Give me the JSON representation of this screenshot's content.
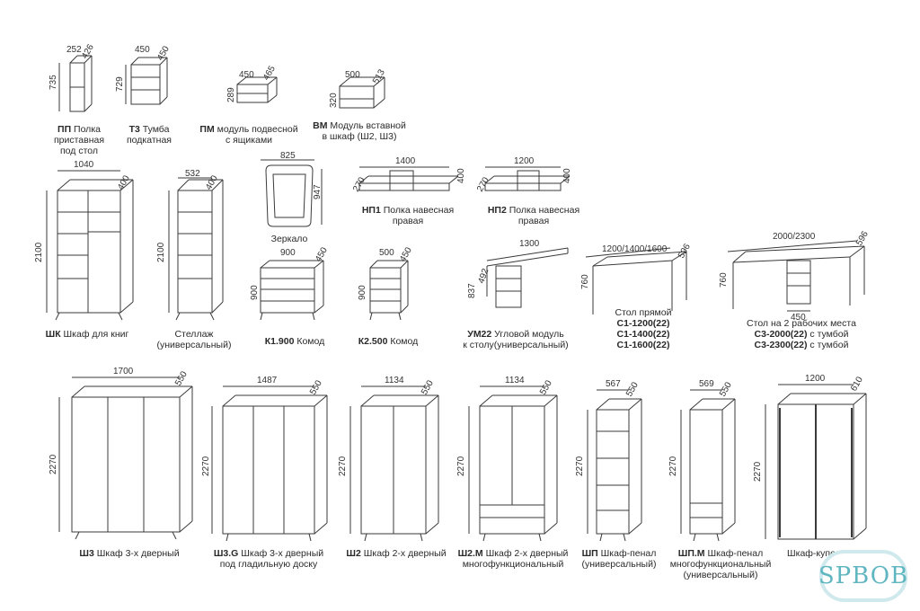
{
  "dims": {
    "pp": [
      "252",
      "426",
      "735"
    ],
    "t3": [
      "450",
      "450",
      "729"
    ],
    "pm": [
      "450",
      "465",
      "289"
    ],
    "vm": [
      "500",
      "513",
      "320"
    ],
    "shk": [
      "1040",
      "400",
      "2100"
    ],
    "st": [
      "532",
      "400",
      "2100"
    ],
    "mirror": [
      "825",
      "947"
    ],
    "np1": [
      "1400",
      "270",
      "400"
    ],
    "np2": [
      "1200",
      "270",
      "400"
    ],
    "k1": [
      "900",
      "450",
      "900"
    ],
    "k2": [
      "500",
      "450",
      "900"
    ],
    "um22": [
      "1300",
      "837",
      "492"
    ],
    "c1": [
      "1200/1400/1600",
      "596",
      "760"
    ],
    "c3": [
      "2000/2300",
      "596",
      "760",
      "450"
    ],
    "sh3": [
      "1700",
      "550",
      "2270"
    ],
    "sh3g": [
      "1487",
      "550",
      "2270"
    ],
    "sh2": [
      "1134",
      "550",
      "2270"
    ],
    "sh2m": [
      "1134",
      "550",
      "2270"
    ],
    "shp": [
      "567",
      "550",
      "2270"
    ],
    "shpm": [
      "569",
      "550",
      "2270"
    ],
    "shk2": [
      "1200",
      "610",
      "2270"
    ]
  },
  "captions": {
    "pp": {
      "code": "ПП",
      "l1": "Полка",
      "l2": "приставная",
      "l3": "под стол"
    },
    "t3": {
      "code": "Т3",
      "l1": "Тумба",
      "l2": "подкатная"
    },
    "pm": {
      "code": "ПМ",
      "l1": "модуль подвесной",
      "l2": "с ящиками"
    },
    "vm": {
      "code": "ВМ",
      "l1": "Модуль вставной",
      "l2": "в шкаф (Ш2, Ш3)"
    },
    "shk": {
      "code": "ШК",
      "l1": "Шкаф для книг"
    },
    "st": {
      "l1": "Стеллаж",
      "l2": "(универсальный)"
    },
    "mirror": {
      "l1": "Зеркало"
    },
    "np1": {
      "code": "НП1",
      "l1": "Полка навесная",
      "l2": "правая"
    },
    "np2": {
      "code": "НП2",
      "l1": "Полка навесная",
      "l2": "правая"
    },
    "k1": {
      "code": "К1.900",
      "l1": "Комод"
    },
    "k2": {
      "code": "К2.500",
      "l1": "Комод"
    },
    "um22": {
      "code": "УМ22",
      "l1": "Угловой модуль",
      "l2": "к столу(универсальный)"
    },
    "c1": {
      "l1": "Стол прямой",
      "l2": "С1-1200(22)",
      "l3": "С1-1400(22)",
      "l4": "С1-1600(22)"
    },
    "c3": {
      "l1": "Стол на 2 рабочих места",
      "l2a": "С3-2000(22)",
      "l2b": "с тумбой",
      "l3a": "С3-2300(22)",
      "l3b": "с тумбой"
    },
    "sh3": {
      "code": "Ш3",
      "l1": "Шкаф 3-х дверный"
    },
    "sh3g": {
      "code": "Ш3.G",
      "l1": "Шкаф 3-х дверный",
      "l2": "под гладильную доску"
    },
    "sh2": {
      "code": "Ш2",
      "l1": "Шкаф 2-х дверный"
    },
    "sh2m": {
      "code": "Ш2.М",
      "l1": "Шкаф 2-х дверный",
      "l2": "многофункциональный"
    },
    "shp": {
      "code": "ШП",
      "l1": "Шкаф-пенал",
      "l2": "(универсальный)"
    },
    "shpm": {
      "code": "ШП.М",
      "l1": "Шкаф-пенал",
      "l2": "многофункциональный",
      "l3": "(универсальный)"
    },
    "shk2": {
      "l1": "Шкаф-купе"
    }
  },
  "watermark": "SPBOB",
  "colors": {
    "line": "#333333",
    "bg": "#ffffff",
    "watermark": "#5fb6c0"
  }
}
